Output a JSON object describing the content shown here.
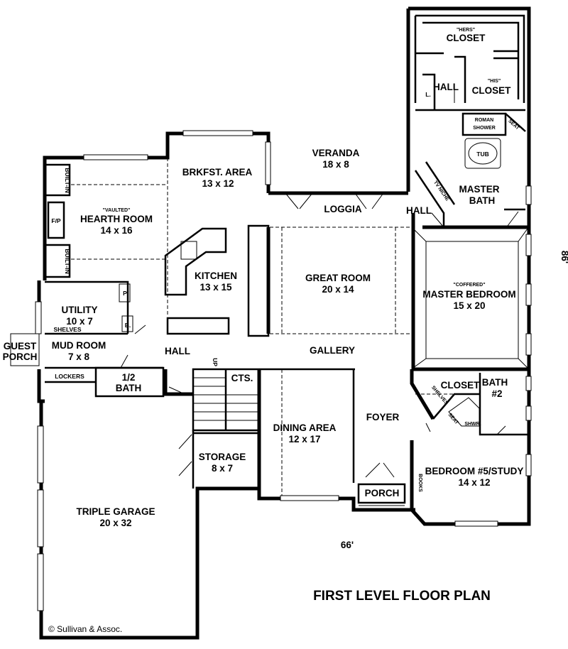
{
  "plan_title": "FIRST LEVEL FLOOR PLAN",
  "copyright": "© Sullivan & Assoc.",
  "dimensions": {
    "width": "66'",
    "depth": "86'"
  },
  "rooms": {
    "hers_closet": {
      "tag": "\"HERS\"",
      "name": "CLOSET"
    },
    "his_closet": {
      "tag": "\"HIS\"",
      "name": "CLOSET"
    },
    "hall_upper": {
      "name": "HALL"
    },
    "linen": {
      "name": "L."
    },
    "roman_shower": {
      "line1": "ROMAN",
      "line2": "SHOWER"
    },
    "seat_upper": {
      "name": "SEAT"
    },
    "tub": {
      "name": "TUB"
    },
    "master_bath": {
      "line1": "MASTER",
      "line2": "BATH"
    },
    "tv_niche": {
      "name": "TV NICHE"
    },
    "veranda": {
      "name": "VERANDA",
      "size": "18 x 8"
    },
    "brkfst": {
      "name": "BRKFST. AREA",
      "size": "13 x 12"
    },
    "hearth": {
      "tag": "\"VAULTED\"",
      "name": "HEARTH ROOM",
      "size": "14 x 16"
    },
    "builtin_top": {
      "name": "BUILT-IN"
    },
    "builtin_bottom": {
      "name": "BUILT-IN"
    },
    "fireplace": {
      "name": "F/P"
    },
    "kitchen": {
      "name": "KITCHEN",
      "size": "13 x 15"
    },
    "loggia": {
      "name": "LOGGIA"
    },
    "hall_right": {
      "name": "HALL"
    },
    "great_room": {
      "name": "GREAT ROOM",
      "size": "20 x 14"
    },
    "master_bedroom": {
      "tag": "\"COFFERED\"",
      "name": "MASTER BEDROOM",
      "size": "15 x 20"
    },
    "utility": {
      "name": "UTILITY",
      "size": "10 x 7"
    },
    "pantry": {
      "name": "P"
    },
    "broom": {
      "name": "B."
    },
    "shelves_left": {
      "name": "SHELVES"
    },
    "guest_porch": {
      "line1": "GUEST",
      "line2": "PORCH"
    },
    "mud_room": {
      "name": "MUD ROOM",
      "size": "7 x 8"
    },
    "hall_center": {
      "name": "HALL"
    },
    "gallery": {
      "name": "GALLERY"
    },
    "lockers": {
      "name": "LOCKERS"
    },
    "half_bath": {
      "line1": "1/2",
      "line2": "BATH"
    },
    "up": {
      "name": "UP"
    },
    "cts": {
      "name": "CTS."
    },
    "closet_right": {
      "name": "CLOSET"
    },
    "bath2": {
      "line1": "BATH",
      "line2": "#2"
    },
    "shelves_right": {
      "name": "SHELVES"
    },
    "seat_lower": {
      "name": "SEAT"
    },
    "shower": {
      "name": "SHWR."
    },
    "dining": {
      "name": "DINING AREA",
      "size": "12 x 17"
    },
    "foyer": {
      "name": "FOYER"
    },
    "storage": {
      "name": "STORAGE",
      "size": "8 x 7"
    },
    "bedroom5": {
      "name": "BEDROOM #5/STUDY",
      "size": "14 x 12"
    },
    "books": {
      "name": "BOOKS"
    },
    "porch": {
      "name": "PORCH"
    },
    "garage": {
      "name": "TRIPLE GARAGE",
      "size": "20 x 32"
    }
  }
}
